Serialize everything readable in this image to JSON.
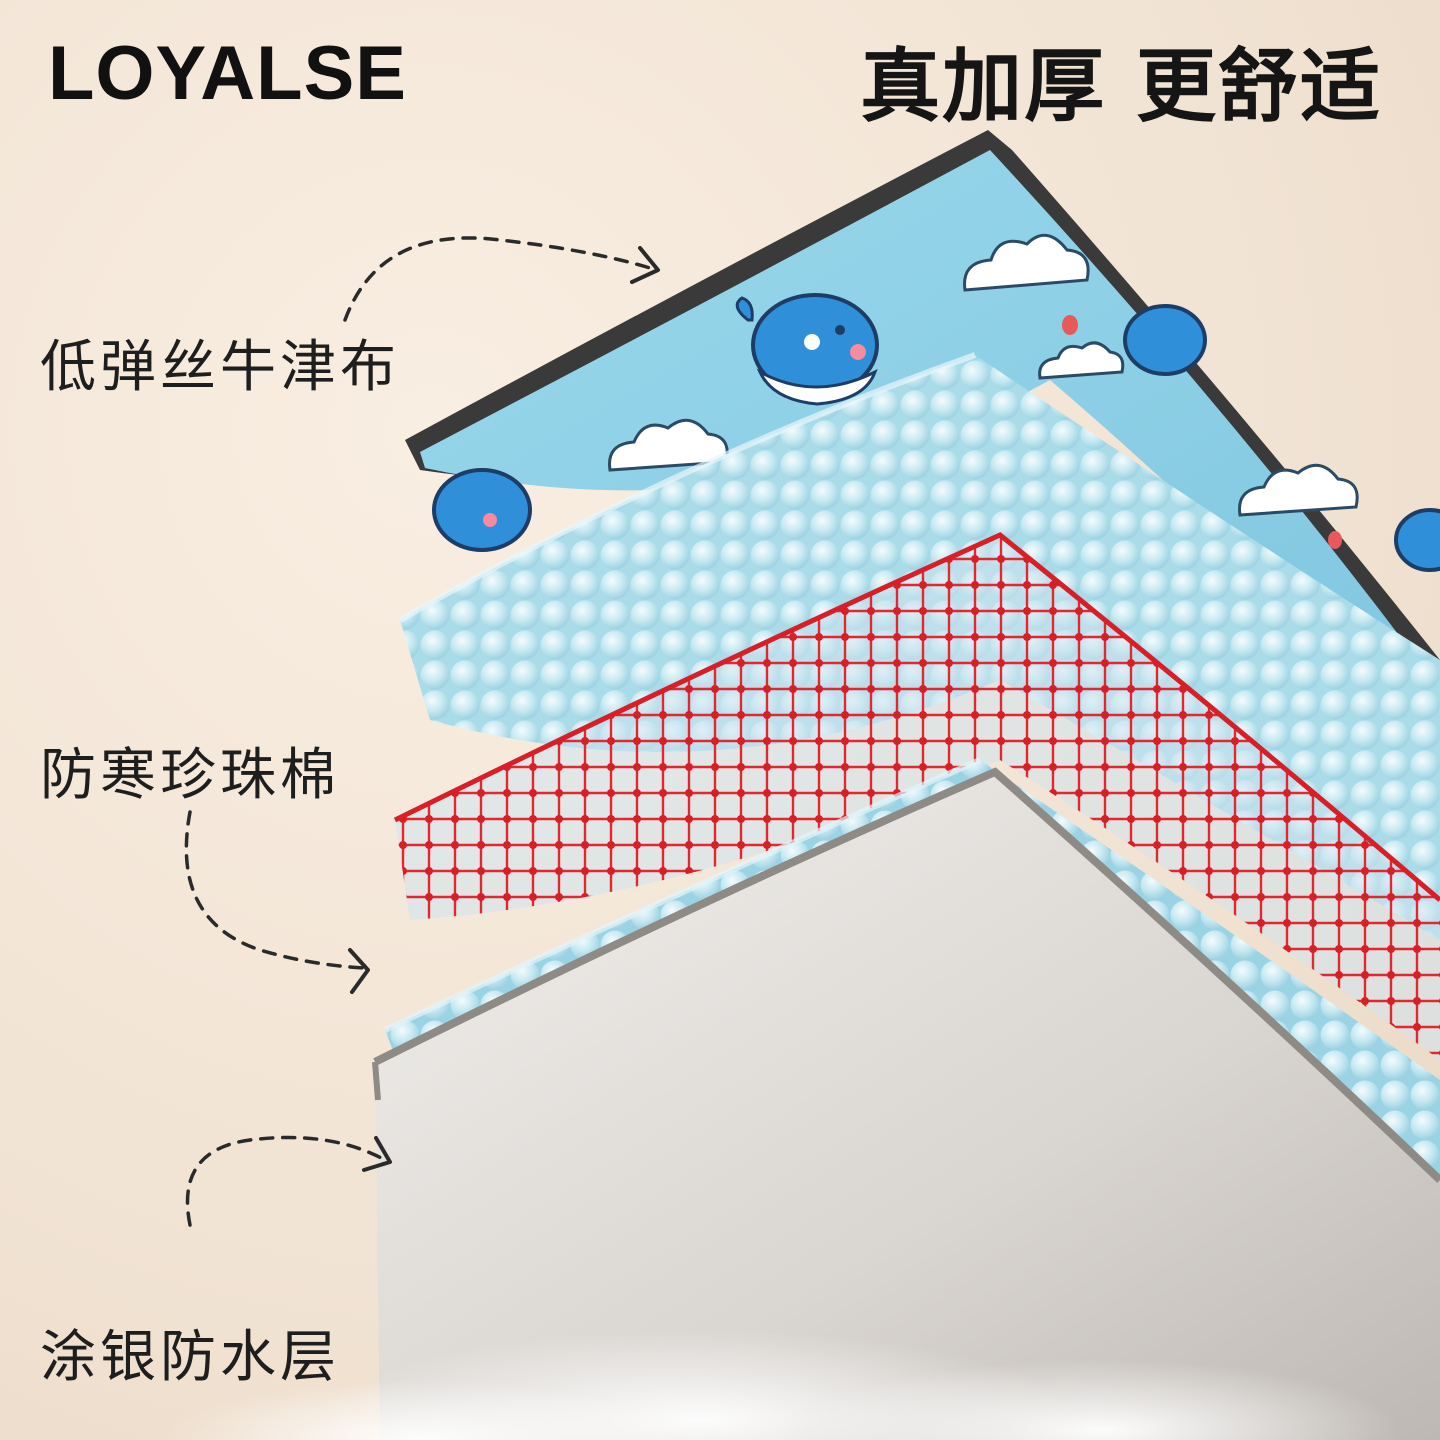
{
  "brand": {
    "name": "LOYALSE"
  },
  "headline": {
    "text": "真加厚 更舒适"
  },
  "layers": [
    {
      "label": "低弹丝牛津布"
    },
    {
      "label": "防寒珍珠棉"
    },
    {
      "label": "涂银防水层"
    }
  ],
  "colors": {
    "background": "#f3e6d6",
    "fabric_blue": "#8fd0e6",
    "fabric_border": "#3b3b3b",
    "foam_blue": "#bfe6f0",
    "mesh_red": "#e8313a",
    "silver": "#cfcbc7"
  }
}
